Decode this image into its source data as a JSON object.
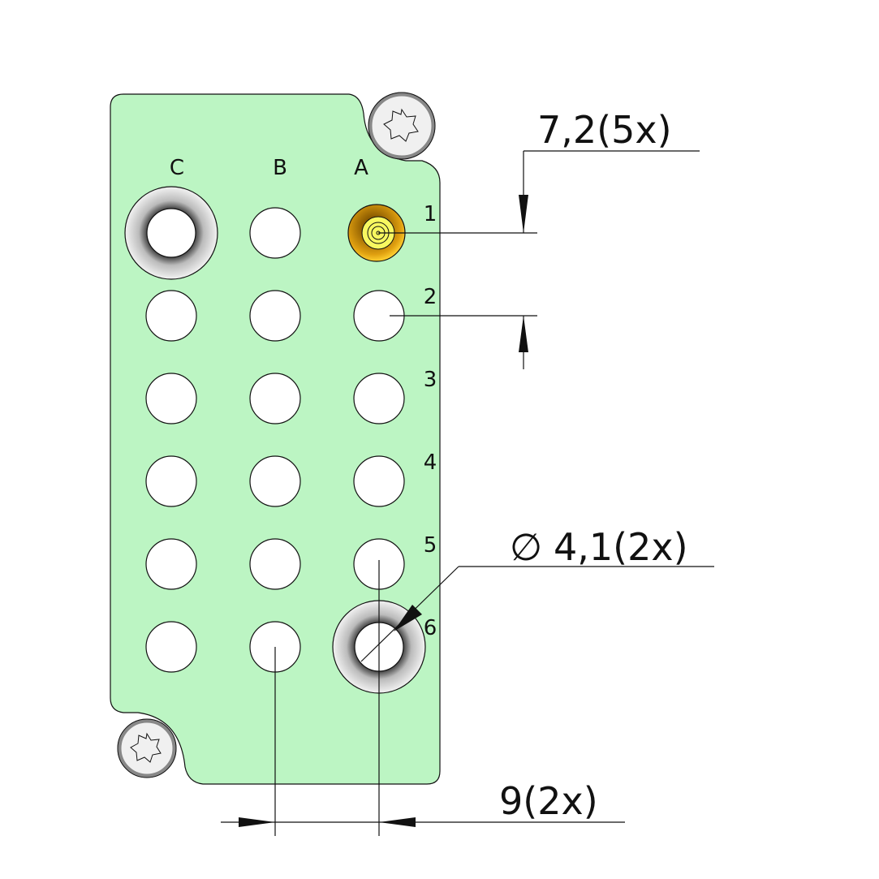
{
  "columns": [
    "C",
    "B",
    "A"
  ],
  "rows": [
    "1",
    "2",
    "3",
    "4",
    "5",
    "6"
  ],
  "dimensions": {
    "pitch_vertical": "7,2(5x)",
    "diameter_symbol": "∅",
    "hole_diameter": "4,1(2x)",
    "pitch_horizontal": "9(2x)"
  },
  "colors": {
    "plate": "#bcf5c3",
    "gold": "#e0a010",
    "pin": "#f8f860"
  }
}
